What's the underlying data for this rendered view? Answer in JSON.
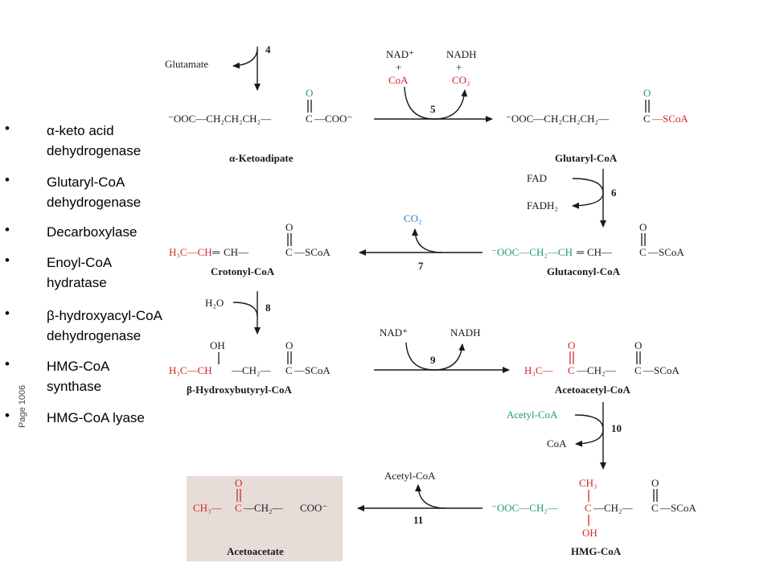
{
  "enzymes": [
    {
      "greek": "α",
      "line1": "-keto acid",
      "line2": "dehydrogenase"
    },
    {
      "greek": "",
      "line1": "Glutaryl-CoA",
      "line2": "dehydrogenase"
    },
    {
      "greek": "",
      "line1": "Decarboxylase",
      "line2": ""
    },
    {
      "greek": "",
      "line1": "Enoyl-CoA",
      "line2": "hydratase"
    },
    {
      "greek": "β",
      "line1": "-hydroxyacyl-CoA",
      "line2": "dehydrogenase"
    },
    {
      "greek": "",
      "line1": "HMG-CoA",
      "line2": "synthase"
    },
    {
      "greek": "",
      "line1": "HMG-CoA lyase",
      "line2": ""
    }
  ],
  "page_note": "Page 1006",
  "steps": {
    "s4": {
      "num": "4",
      "input": "Glutamate"
    },
    "s5": {
      "num": "5",
      "in1": "NAD⁺",
      "in2": "CoA",
      "plus": "+",
      "out1": "NADH",
      "out2": "CO₂"
    },
    "s6": {
      "num": "6",
      "in": "FAD",
      "out": "FADH₂"
    },
    "s7": {
      "num": "7",
      "out": "CO₂"
    },
    "s8": {
      "num": "8",
      "in": "H₂O"
    },
    "s9": {
      "num": "9",
      "in": "NAD⁺",
      "out": "NADH"
    },
    "s10": {
      "num": "10",
      "in": "Acetyl-CoA",
      "out": "CoA"
    },
    "s11": {
      "num": "11",
      "out": "Acetyl-CoA"
    }
  },
  "compounds": {
    "ketoadipate": {
      "name": "α-Ketoadipate",
      "left": "⁻OOC—CH₂CH₂CH₂—",
      "c": "C",
      "o": "O",
      "right": "—COO⁻"
    },
    "glutaryl": {
      "name": "Glutaryl-CoA",
      "left": "⁻OOC—CH₂CH₂CH₂—",
      "c": "C",
      "o": "O",
      "right": "—SCoA"
    },
    "glutaconyl": {
      "name": "Glutaconyl-CoA",
      "left": "⁻OOC—CH₂—CH",
      "dbl": "═",
      "mid": "CH—",
      "c": "C",
      "o": "O",
      "right": "—SCoA"
    },
    "crotonyl": {
      "name": "Crotonyl-CoA",
      "left": "H₃C—CH",
      "dbl": "═",
      "mid": "CH—",
      "c": "C",
      "o": "O",
      "right": "—SCoA"
    },
    "hydroxybutyryl": {
      "name": "β-Hydroxybutyryl-CoA",
      "left": "H₃C—CH",
      "oh": "OH",
      "mid": "—CH₂—",
      "c": "C",
      "o": "O",
      "right": "—SCoA"
    },
    "acetoacetyl": {
      "name": "Acetoacetyl-CoA",
      "left": "H₃C—",
      "c1": "C",
      "o1": "O",
      "mid": "—CH₂—",
      "c2": "C",
      "o2": "O",
      "right": "—SCoA"
    },
    "hmg": {
      "name": "HMG-CoA",
      "left": "⁻OOC—CH₂—",
      "c1": "C",
      "ch3": "CH₃",
      "oh": "OH",
      "mid": "—CH₂—",
      "c2": "C",
      "o": "O",
      "right": "—SCoA"
    },
    "acetoacetate": {
      "name": "Acetoacetate",
      "left": "CH₃—",
      "c": "C",
      "o": "O",
      "mid": "—CH₂—",
      "right": "COO⁻"
    }
  },
  "colors": {
    "red": "#d2262a",
    "green": "#1f9c6a",
    "blue": "#2e7fc2",
    "box": "#e6dcd8"
  }
}
